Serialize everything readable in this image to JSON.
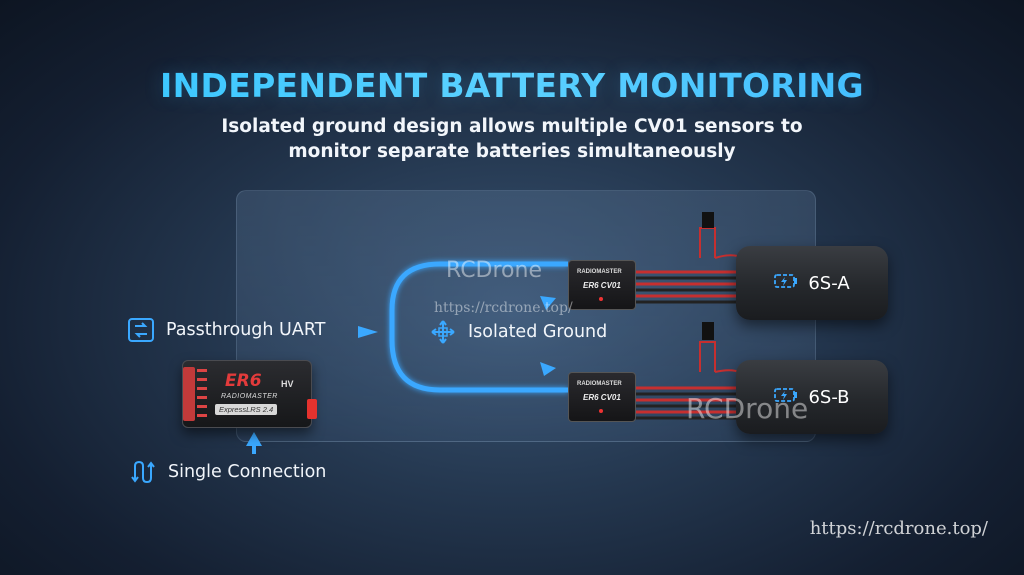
{
  "header": {
    "title": "INDEPENDENT BATTERY MONITORING",
    "subtitle_line1": "Isolated ground design allows multiple CV01 sensors to",
    "subtitle_line2": "monitor separate batteries simultaneously"
  },
  "labels": {
    "passthrough": "Passthrough UART",
    "isolated_ground": "Isolated Ground",
    "single_connection": "Single Connection"
  },
  "batteries": [
    {
      "name": "6S-A"
    },
    {
      "name": "6S-B"
    }
  ],
  "receiver": {
    "model": "ER6",
    "brand": "RADIOMASTER",
    "protocol": "ExpressLRS 2.4",
    "hv": "HV"
  },
  "sensor": {
    "brand": "RADIOMASTER",
    "model": "ER6 CV01"
  },
  "watermarks": {
    "brand": "RCDrone",
    "url": "https://rcdrone.top/"
  },
  "colors": {
    "title": "#2fc6ff",
    "wire_glow": "#3aa8ff",
    "accent_red": "#e5322e"
  }
}
